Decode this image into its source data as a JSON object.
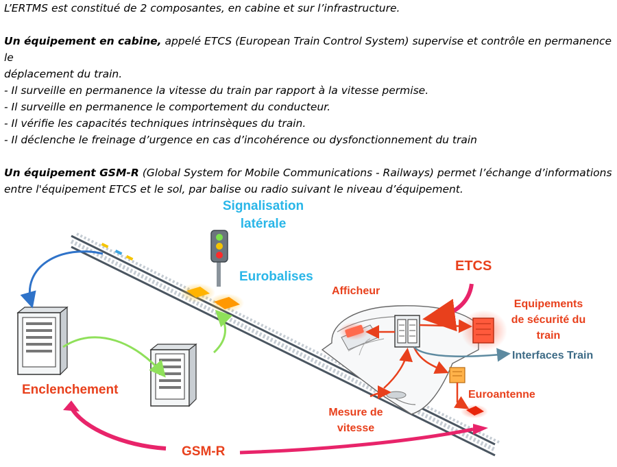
{
  "intro": "L’ERTMS est constitué de 2 composantes, en cabine et sur l’infrastructure.",
  "etcs_paragraph": {
    "lead": "Un équipement en cabine,",
    "rest_line1": " appelé ETCS (European Train Control System) supervise et contrôle en permanence le",
    "line2": "déplacement du train.",
    "bullets": [
      "- Il surveille en permanence la vitesse du train par rapport à la vitesse permise.",
      "- Il surveille en permanence le comportement du conducteur.",
      "- Il vérifie les capacités techniques intrinsèques du train.",
      "- Il déclenche le freinage d’urgence en cas d’incohérence ou dysfonctionnement du train"
    ]
  },
  "gsmr_paragraph": {
    "lead": "Un équipement GSM-R",
    "rest_line1": " (Global System for Mobile Communications - Railways) permet l’échange d’informations",
    "line2": "entre l'équipement ETCS et le sol, par balise ou radio suivant le niveau d’équipement."
  },
  "diagram": {
    "signalisation": [
      "Signalisation",
      "latérale"
    ],
    "eurobalises": "Eurobalises",
    "afficheur": "Afficheur",
    "etcs": "ETCS",
    "equipements": [
      "Equipements",
      "de sécurité du",
      "train"
    ],
    "interfaces_train": "Interfaces Train",
    "euroantenne": "Euroantenne",
    "mesure_vitesse": [
      "Mesure de",
      "vitesse"
    ],
    "enclenchement": "Enclenchement",
    "gsmr": "GSM-R"
  },
  "colors": {
    "blue_label": "#29b6e8",
    "red_label": "#e8401c",
    "interfaces_label": "#3d6b86",
    "gsmr_arrow": "#e8246a"
  }
}
